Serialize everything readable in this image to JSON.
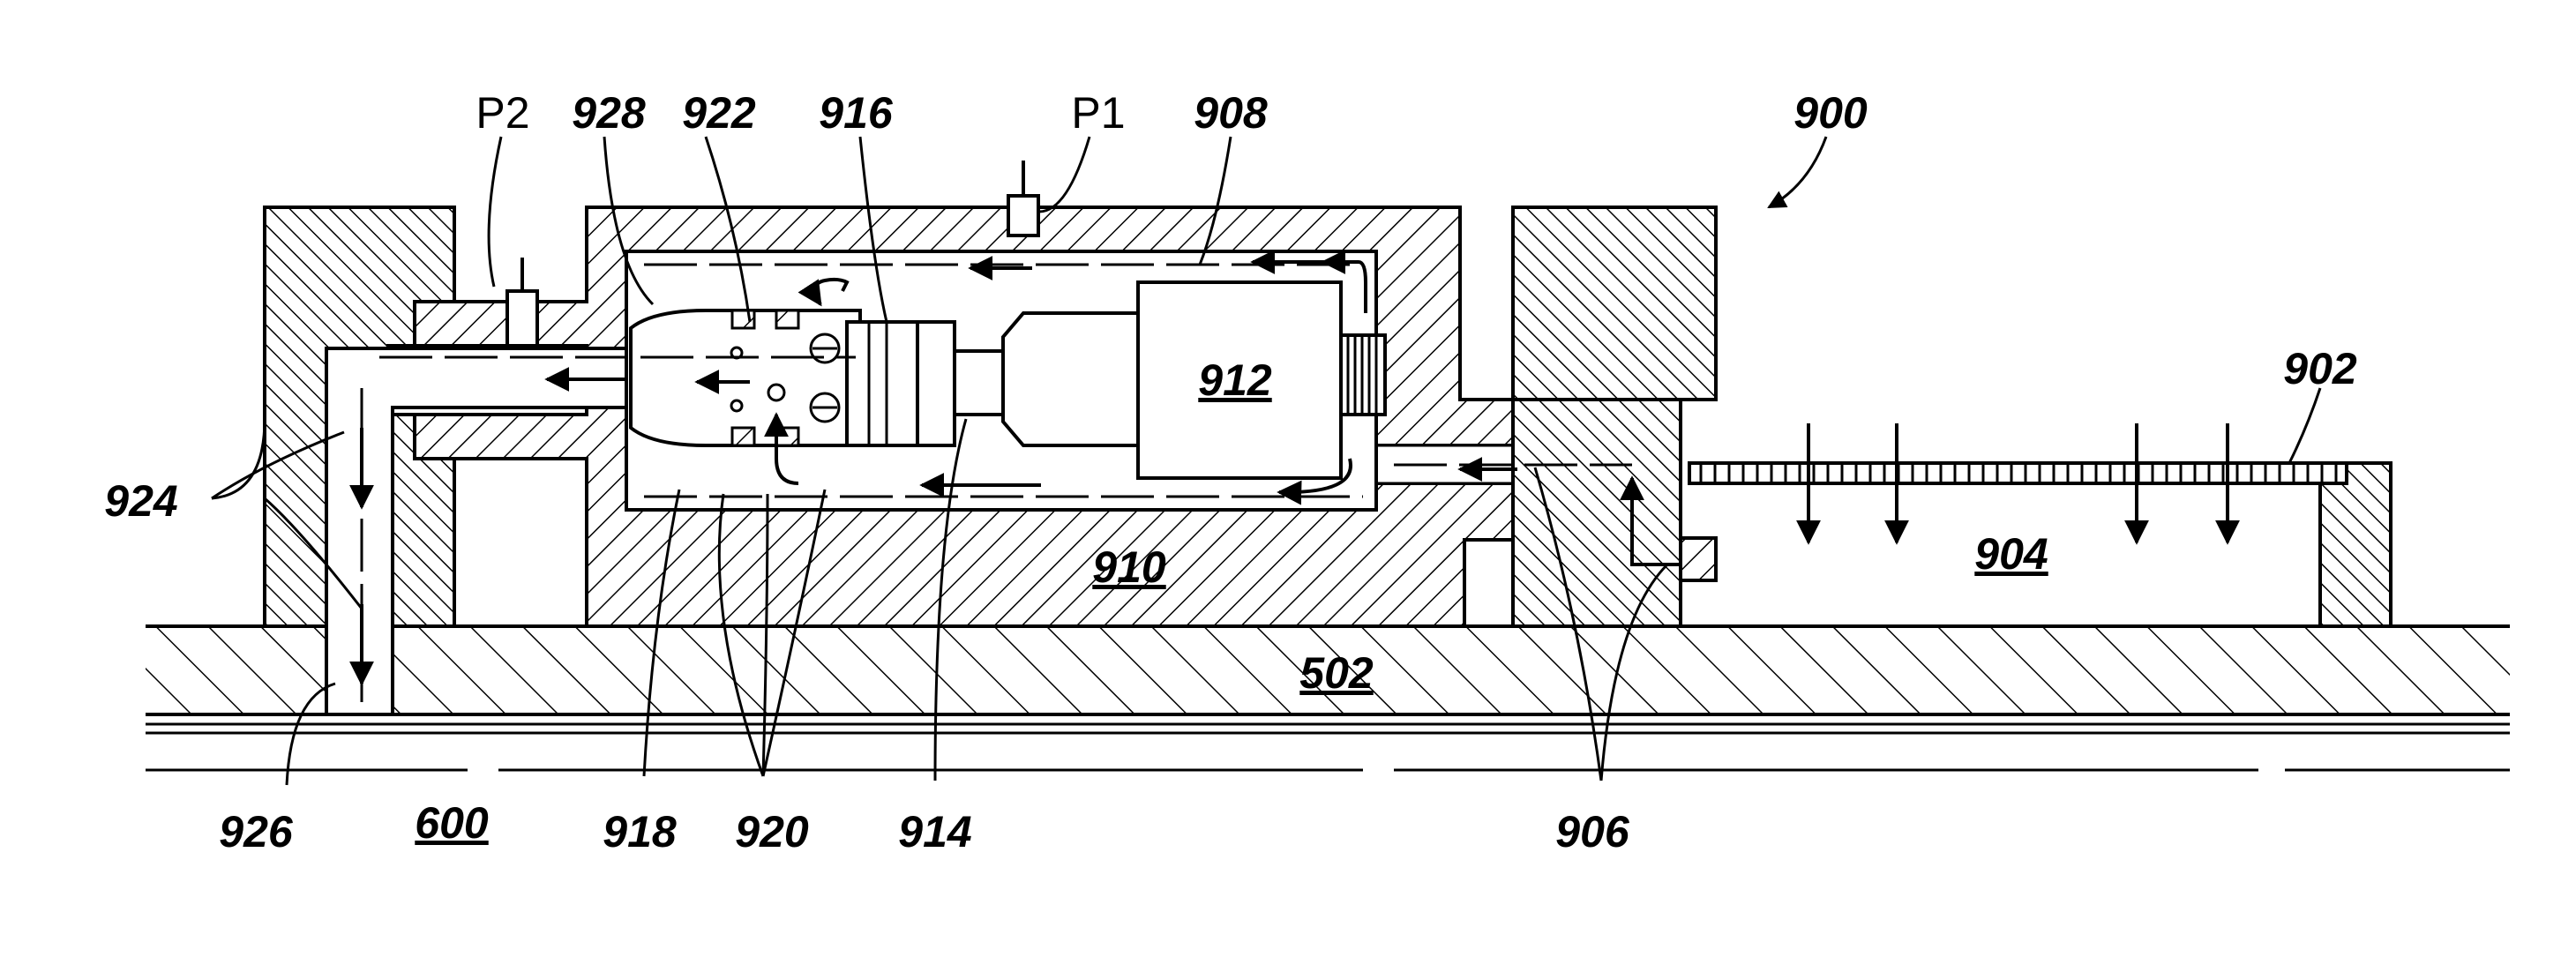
{
  "figure": {
    "labels": {
      "p2": "P2",
      "r928": "928",
      "r922": "922",
      "r916": "916",
      "p1": "P1",
      "r908": "908",
      "r900": "900",
      "r902": "902",
      "r912": "912",
      "r904": "904",
      "r910": "910",
      "r502": "502",
      "r924": "924",
      "r926": "926",
      "r600": "600",
      "r918": "918",
      "r920": "920",
      "r914": "914",
      "r906": "906"
    }
  }
}
